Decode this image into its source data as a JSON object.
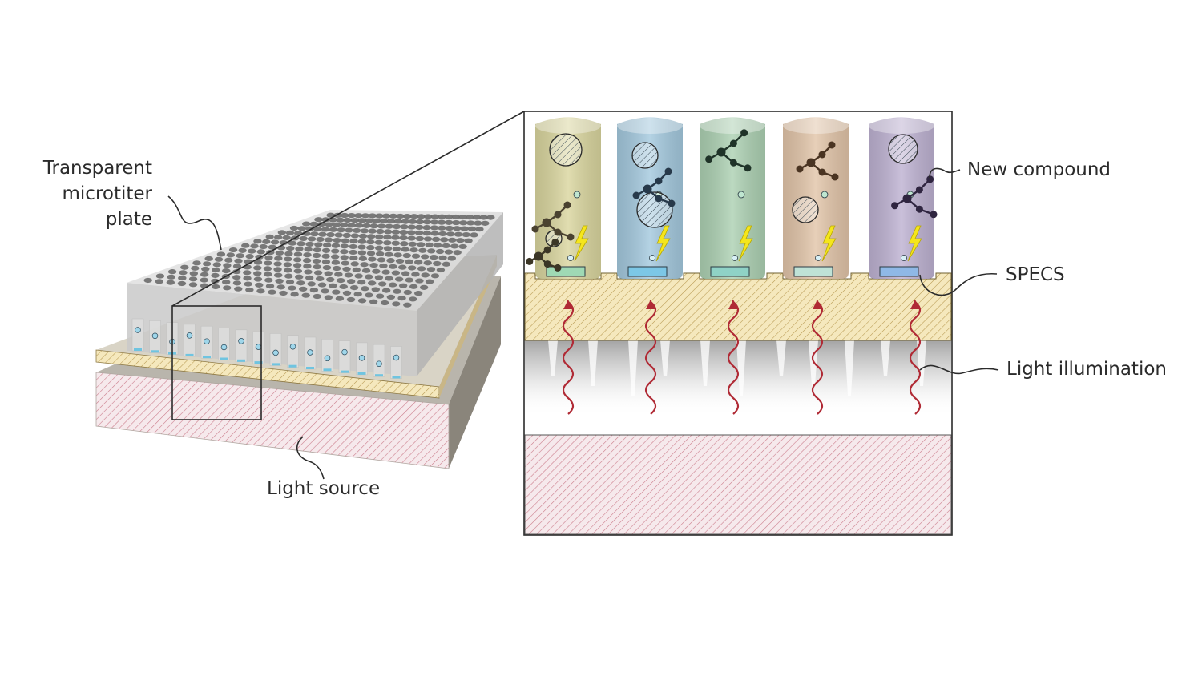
{
  "labels": {
    "plate_line1": "Transparent",
    "plate_line2": "microtiter",
    "plate_line3": "plate",
    "light_source": "Light source",
    "new_compound": "New compound",
    "specs": "SPECS",
    "light_illumination": "Light illumination"
  },
  "colors": {
    "outline": "#333333",
    "plate_slab": "#f0e2b0",
    "source_hatch": "#e8b8c0",
    "wave": "#b02a35",
    "bolt": "#f5e61c",
    "well_yellow": "#d8d49a",
    "well_blue": "#9fc6dc",
    "well_green": "#a9cfaf",
    "well_orange": "#e0c2a4",
    "well_purple": "#bbaed0"
  },
  "wells": [
    {
      "name": "yellow",
      "color": "#d8d49a",
      "pad": "#9fd9b4"
    },
    {
      "name": "blue",
      "color": "#9fc6dc",
      "pad": "#7cc7e6"
    },
    {
      "name": "green",
      "color": "#a9cfaf",
      "pad": "#8fd2c6"
    },
    {
      "name": "orange",
      "color": "#e0c2a4",
      "pad": "#bfe2d6"
    },
    {
      "name": "purple",
      "color": "#bbaed0",
      "pad": "#8fb8e6"
    }
  ]
}
